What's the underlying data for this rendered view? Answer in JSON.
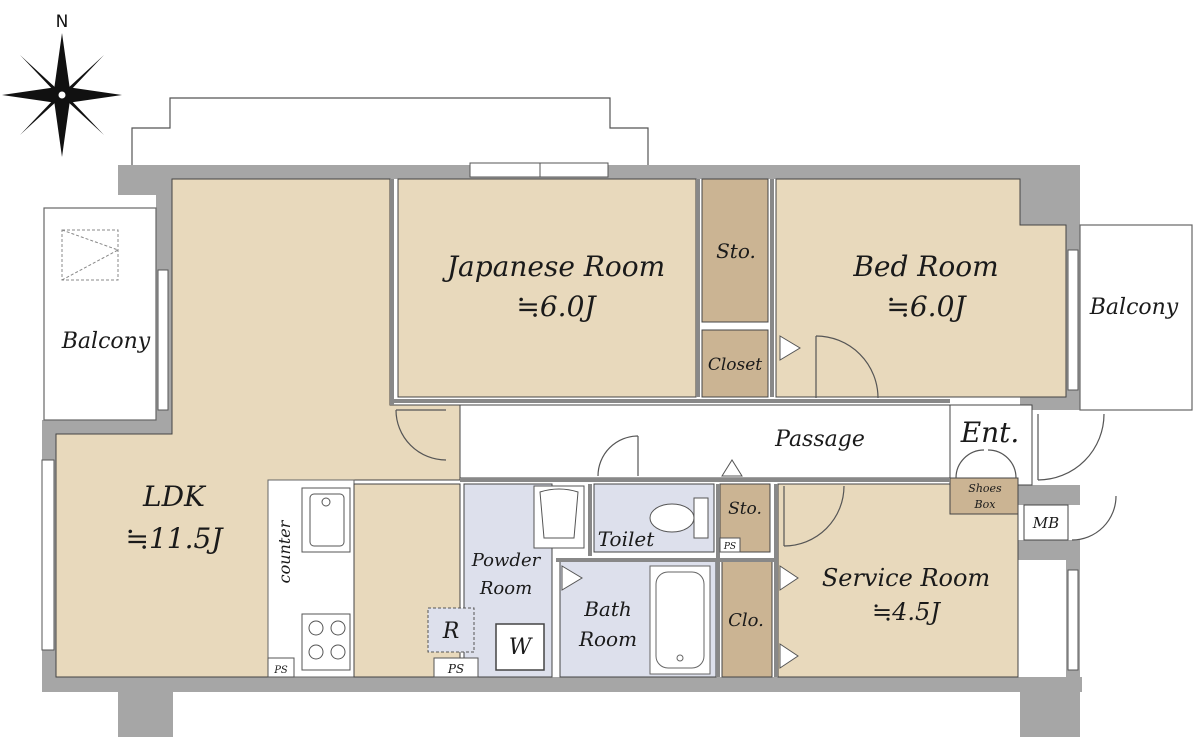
{
  "compass": {
    "north_label": "N"
  },
  "rooms": {
    "japanese": {
      "name": "Japanese Room",
      "size": "≒6.0J"
    },
    "bed": {
      "name": "Bed Room",
      "size": "≒6.0J"
    },
    "ldk": {
      "name": "LDK",
      "size": "≒11.5J"
    },
    "service": {
      "name": "Service Room",
      "size": "≒4.5J"
    },
    "passage": "Passage",
    "entrance": "Ent.",
    "balcony_left": "Balcony",
    "balcony_right": "Balcony",
    "storage_top": "Sto.",
    "closet": "Closet",
    "toilet": "Toilet",
    "storage_mid": "Sto.",
    "powder_line1": "Powder",
    "powder_line2": "Room",
    "bath_line1": "Bath",
    "bath_line2": "Room",
    "closet_short": "Clo.",
    "shoes_line1": "Shoes",
    "shoes_line2": "Box",
    "mb": "MB",
    "counter": "counter",
    "refrigerator": "R",
    "washer": "W",
    "ps1": "PS",
    "ps2": "PS",
    "ps3": "PS"
  },
  "colors": {
    "room_fill": "#e8d9bc",
    "storage_fill": "#cbb493",
    "wet_fill": "#dde0ec",
    "wall": "#a6a6a6"
  }
}
